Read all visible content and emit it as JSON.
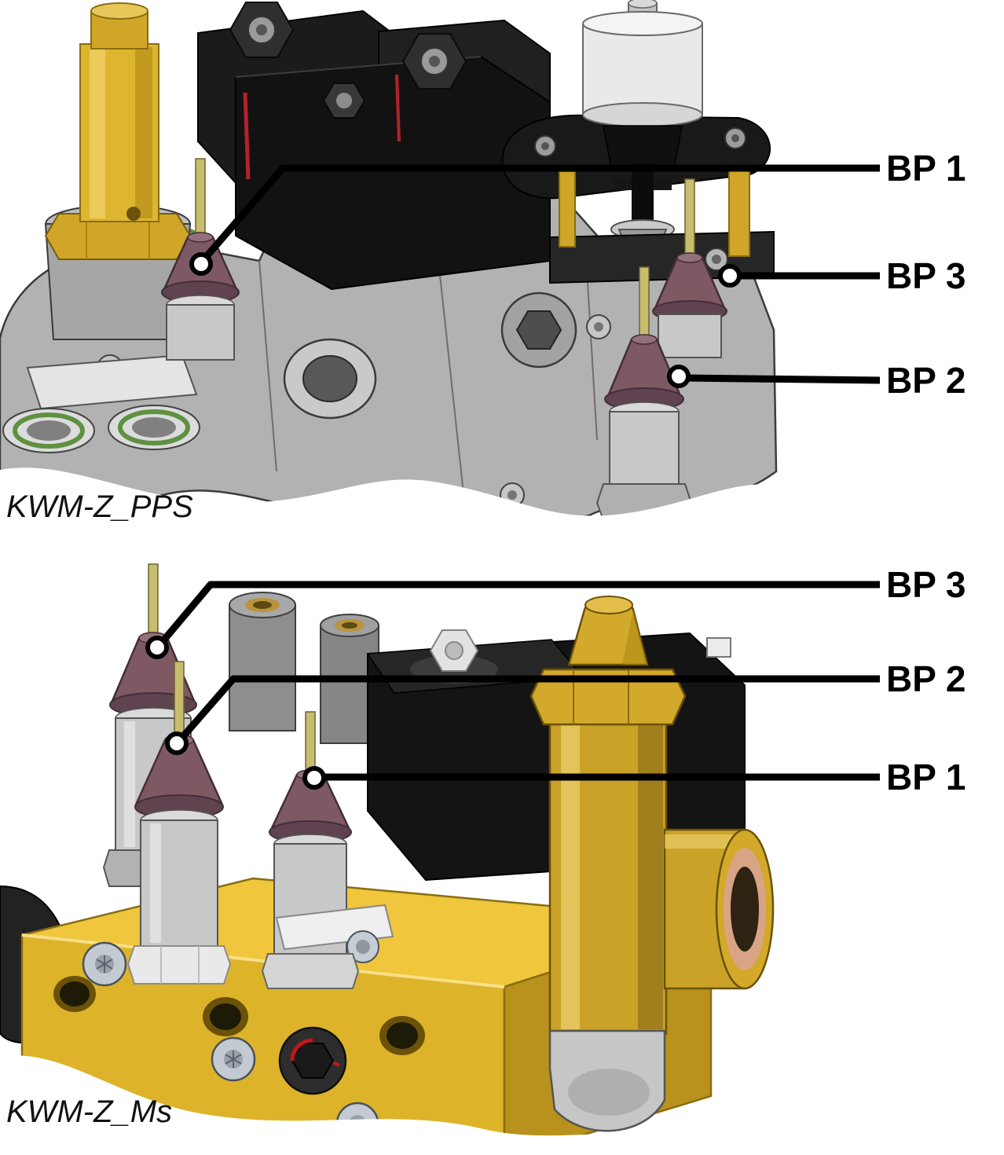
{
  "colors": {
    "background": "#FFFFFF",
    "label_text": "#000000",
    "leader_line": "#000000",
    "gold": "#DDB52F",
    "brass_valve": "#C9A227",
    "manifold_gray": "#B2B2B2",
    "solenoid_black": "#141414",
    "test_point_purple": "#7E5964",
    "test_point_pin_tan": "#C8BC6E",
    "red_accent": "#C01818",
    "oring_green": "#5E9140"
  },
  "figures": [
    {
      "id": "kwm-z-pps",
      "caption": "KWM-Z_PPS",
      "labels": [
        {
          "text": "BP 1"
        },
        {
          "text": "BP 3"
        },
        {
          "text": "BP 2"
        }
      ]
    },
    {
      "id": "kwm-z-ms",
      "caption": "KWM-Z_Ms",
      "labels": [
        {
          "text": "BP 3"
        },
        {
          "text": "BP 2"
        },
        {
          "text": "BP 1"
        }
      ]
    }
  ]
}
